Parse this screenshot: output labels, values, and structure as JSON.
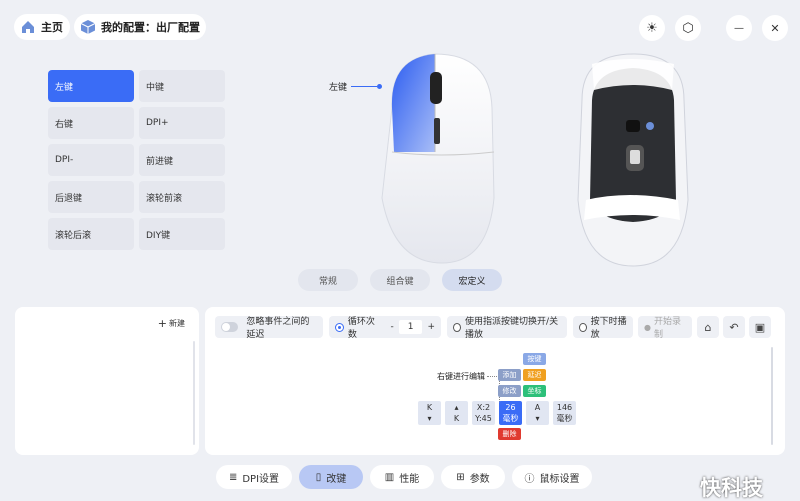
{
  "header": {
    "home_label": "主页",
    "config_label": "我的配置：出厂配置"
  },
  "window_icons": {
    "theme": "☀",
    "settings": "⬡",
    "minimize": "—",
    "close": "✕"
  },
  "keys": [
    {
      "label": "左键",
      "active": true
    },
    {
      "label": "中键",
      "active": false
    },
    {
      "label": "右键",
      "active": false
    },
    {
      "label": "DPI+",
      "active": false
    },
    {
      "label": "DPI-",
      "active": false
    },
    {
      "label": "前进键",
      "active": false
    },
    {
      "label": "后退键",
      "active": false
    },
    {
      "label": "滚轮前滚",
      "active": false
    },
    {
      "label": "滚轮后滚",
      "active": false
    },
    {
      "label": "DIY键",
      "active": false
    }
  ],
  "mouse_callout": "左键",
  "mode_tabs": [
    {
      "label": "常规",
      "active": false
    },
    {
      "label": "组合键",
      "active": false
    },
    {
      "label": "宏定义",
      "active": true
    }
  ],
  "macro_list": {
    "new_label": "新建"
  },
  "toolbar": {
    "ignore_delay": "忽略事件之间的延迟",
    "loop_count_label": "循环次数",
    "loop_count_value": "1",
    "minus": "-",
    "plus": "+",
    "toggle_label": "使用指派按键切换开/关播放",
    "hold_label": "按下时播放",
    "record_label": "开始录制"
  },
  "macro_editor": {
    "hint": "右键进行编辑",
    "menu": {
      "key": "按键",
      "add": "添加",
      "delay": "延迟",
      "modify": "修改",
      "coord": "坐标",
      "delete": "删除"
    },
    "cells": [
      {
        "top": "K",
        "bottom": "▾"
      },
      {
        "top": "▴",
        "bottom": "K"
      },
      {
        "top": "X:2",
        "bottom": "Y:45"
      },
      {
        "top": "26",
        "bottom": "毫秒"
      },
      {
        "top": "A",
        "bottom": "▾"
      },
      {
        "top": "146",
        "bottom": "毫秒"
      }
    ]
  },
  "bottom_nav": [
    {
      "label": "DPI设置",
      "icon": "≣",
      "active": false
    },
    {
      "label": "改键",
      "icon": "▯",
      "active": true
    },
    {
      "label": "性能",
      "icon": "▥",
      "active": false
    },
    {
      "label": "参数",
      "icon": "⊞",
      "active": false
    },
    {
      "label": "鼠标设置",
      "icon": "ⓘ",
      "active": false
    }
  ],
  "watermark": "快科技",
  "colors": {
    "accent": "#3a6cf6",
    "delay_orange": "#f0a020",
    "coord_green": "#2dc07a",
    "delete_red": "#e03a30"
  }
}
